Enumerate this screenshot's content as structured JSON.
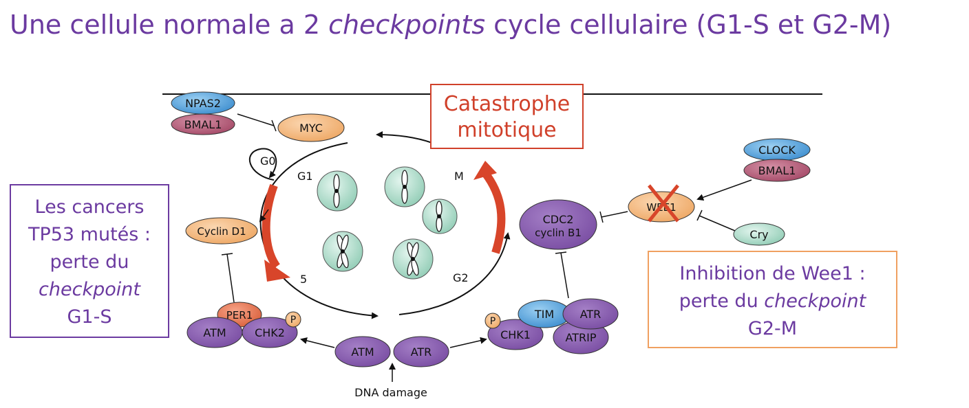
{
  "title": {
    "part1": "Une cellule normale a 2 ",
    "italic": "checkpoints",
    "part2": " cycle cellulaire (G1-S et G2-M)"
  },
  "left_box": {
    "line1": "Les cancers",
    "line2": "TP53 mutés :",
    "line3": "perte du",
    "line4_italic": "checkpoint",
    "line5": "G1-S"
  },
  "right_box": {
    "line1": "Inhibition de Wee1 :",
    "line2_prefix": "perte du ",
    "line2_italic": "checkpoint",
    "line3": "G2-M"
  },
  "catastrophe": {
    "line1": "Catastrophe",
    "line2": "mitotique"
  },
  "phases": {
    "g0": "G0",
    "g1": "G1",
    "s": "5",
    "g2": "G2",
    "m": "M"
  },
  "nodes": {
    "npas2": "NPAS2",
    "bmal1_left": "BMAL1",
    "myc": "MYC",
    "cyclin_d1": "Cyclin D1",
    "per1": "PER1",
    "atm_left": "ATM",
    "chk2": "CHK2",
    "p_left": "P",
    "atm_bottom": "ATM",
    "atr_bottom": "ATR",
    "dna_damage": "DNA damage",
    "p_right": "P",
    "chk1": "CHK1",
    "tim": "TIM",
    "atr_right": "ATR",
    "atrip": "ATRIP",
    "cdc2_line1": "CDC2",
    "cdc2_line2": "cyclin B1",
    "wee1": "WEE1",
    "clock": "CLOCK",
    "bmal1_right": "BMAL1",
    "cry": "Cry"
  },
  "colors": {
    "title": "#6b3aa0",
    "catastrophe": "#d0402a",
    "red_arrow": "#d8452a",
    "right_box_border": "#f0a060",
    "purple_node": "#8a5fb0",
    "orange_node": "#f5c08e",
    "blue_node": "#5aa8e0",
    "mauve_node": "#b5607a",
    "green_cell": "#bfe5d6"
  }
}
